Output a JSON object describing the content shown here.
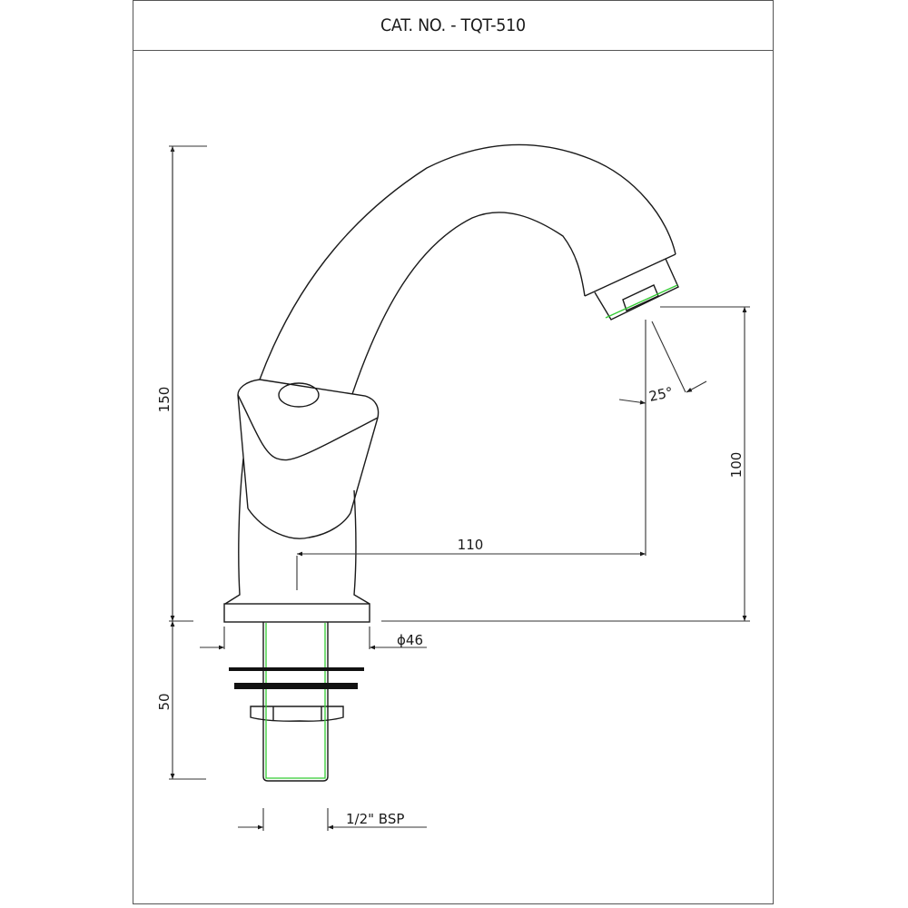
{
  "sheet": {
    "title": "CAT. NO. - TQT-510"
  },
  "drawing": {
    "subject": "faucet-side-elevation",
    "colors": {
      "outline": "#1a1a1a",
      "dimension": "#333333",
      "thread_highlight": "#33cc33",
      "frame": "#555555"
    },
    "dimensions": {
      "overall_height": "150",
      "spout_outlet_height": "100",
      "spout_reach": "110",
      "base_diameter": "ϕ46",
      "shank_length": "50",
      "thread_size": "1/2\" BSP",
      "spray_angle": "25°"
    }
  }
}
